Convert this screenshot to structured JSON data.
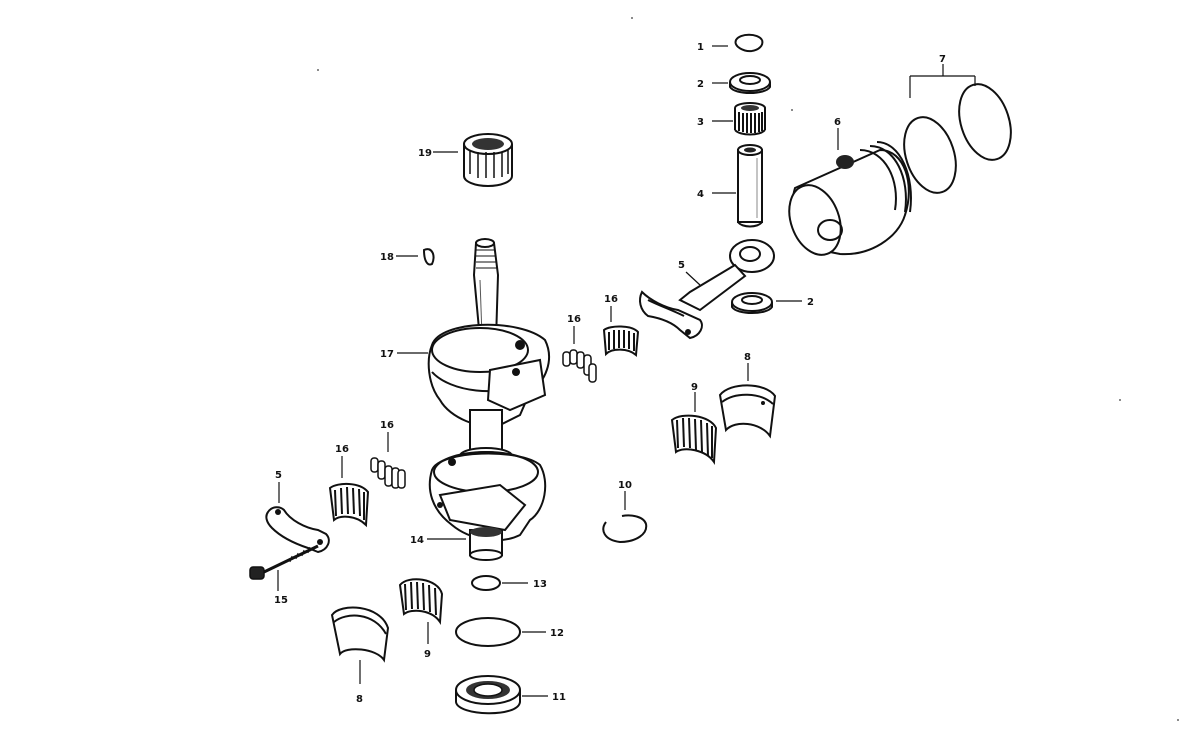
{
  "callouts": {
    "c1": "1",
    "c2a": "2",
    "c2b": "2",
    "c3": "3",
    "c4": "4",
    "c5a": "5",
    "c5b": "5",
    "c6": "6",
    "c7": "7",
    "c8a": "8",
    "c8b": "8",
    "c9a": "9",
    "c9b": "9",
    "c10": "10",
    "c11": "11",
    "c12": "12",
    "c13": "13",
    "c14": "14",
    "c15": "15",
    "c16a": "16",
    "c16b": "16",
    "c16c": "16",
    "c16d": "16",
    "c17": "17",
    "c18": "18",
    "c19": "19"
  }
}
